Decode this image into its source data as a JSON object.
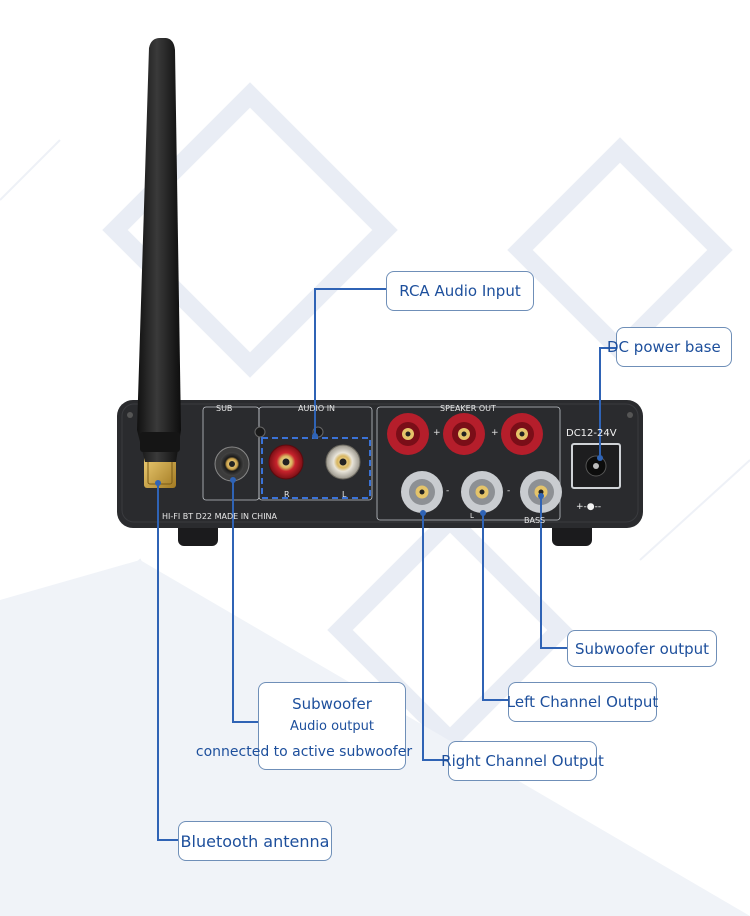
{
  "device": {
    "panel_labels": {
      "sub": "SUB",
      "audio_in": "AUDIO IN",
      "speaker_out": "SPEAKER OUT",
      "dc_rating": "DC12-24V",
      "model": "HI-FI BT D22 MADE IN CHINA",
      "r": "R",
      "l": "L",
      "l_small": "L",
      "bass": "BASS",
      "polarity": "+-●--",
      "plus": "+",
      "minus": "-"
    },
    "colors": {
      "body": "#2a2b2e",
      "rca_red": "#c8232c",
      "rca_white": "#d8d4c8",
      "terminal_red": "#b51e2b",
      "terminal_clear": "#c9ccd0",
      "leader_line": "#2f63b5",
      "callout_text": "#1d4f9c"
    }
  },
  "callouts": {
    "rca_audio_input": "RCA Audio Input",
    "dc_power_base": "DC power base",
    "subwoofer_output": "Subwoofer output",
    "left_channel_output": "Left Channel Output",
    "right_channel_output": "Right Channel Output",
    "subwoofer_audio_output": {
      "line1": "Subwoofer",
      "line2": "Audio output",
      "line3": "connected to active subwoofer"
    },
    "bluetooth_antenna": "Bluetooth antenna"
  }
}
